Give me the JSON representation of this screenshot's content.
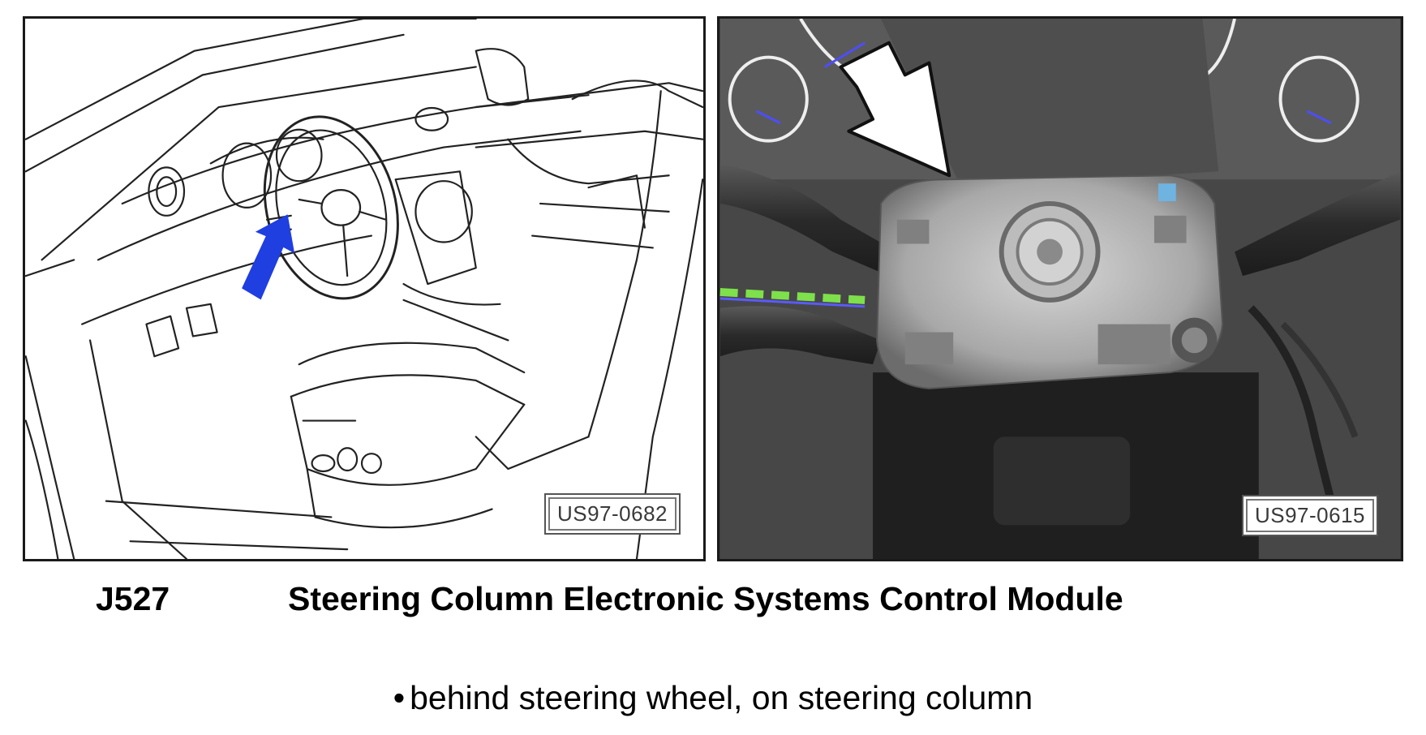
{
  "component": {
    "id": "J527",
    "name": "Steering Column Electronic Systems Control Module"
  },
  "figures": [
    {
      "code": "US97-0682",
      "kind": "line-drawing",
      "arrow_color": "#1f3fe0"
    },
    {
      "code": "US97-0615",
      "kind": "photo",
      "arrow_color": "#ffffff"
    }
  ],
  "location": {
    "bullet": "•",
    "text": "behind steering wheel, on steering column"
  }
}
